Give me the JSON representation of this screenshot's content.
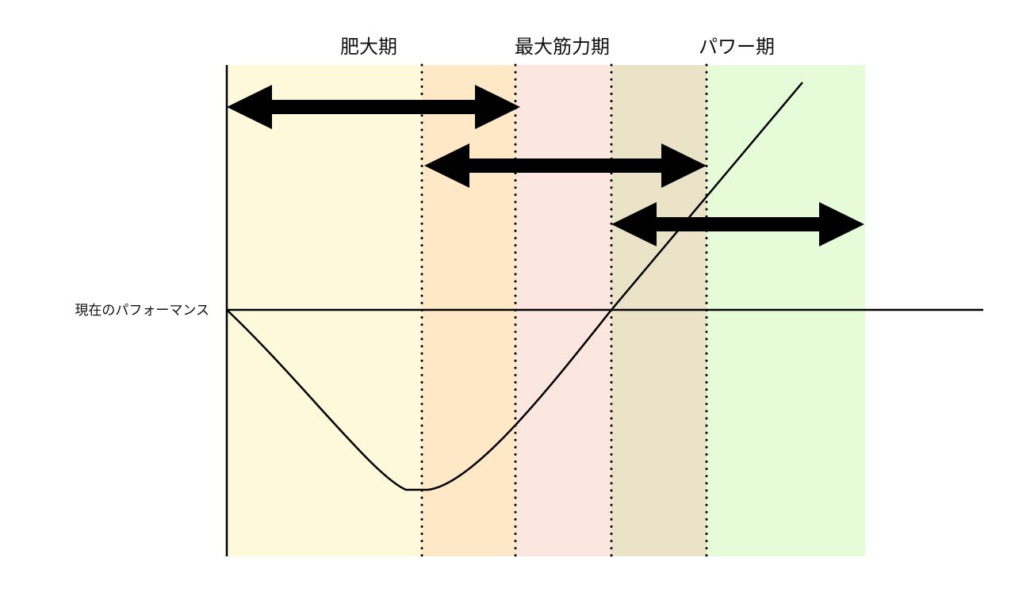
{
  "phases": [
    {
      "label": "肥大期",
      "color": "#fff9db",
      "blend_color": "#ffe8c6"
    },
    {
      "label": "最大筋力期",
      "color": "#fbe6e0",
      "blend_color": "#ebe3c8"
    },
    {
      "label": "パワー期",
      "color": "#e6fbd8"
    }
  ],
  "baseline": {
    "label": "現在のパフォーマンス"
  },
  "colors": {
    "arrow": "#000000",
    "curve": "#000000",
    "axis": "#000000",
    "divider": "#000000"
  }
}
